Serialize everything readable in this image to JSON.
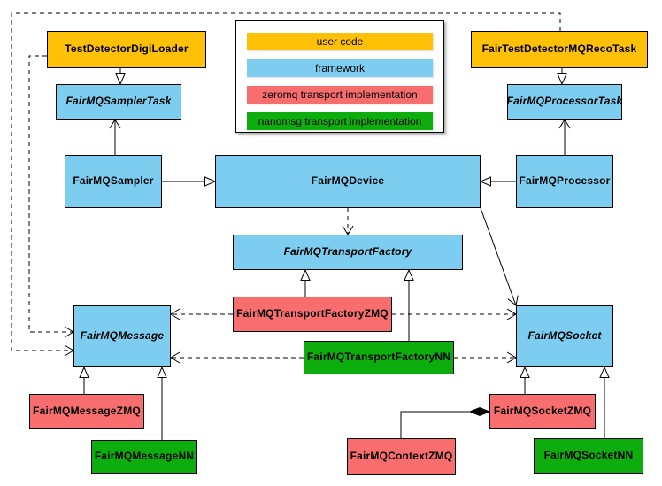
{
  "diagram": {
    "type": "uml-class-diagram",
    "colors": {
      "user_code": "#FFC107",
      "framework": "#7DCDF0",
      "zeromq": "#F86E6E",
      "nanomsg": "#0CAD0C",
      "border": "#000000",
      "background": "#FFFFFF",
      "line": "#000000"
    },
    "nodes": {
      "testDetectorDigiLoader": {
        "label": "TestDetectorDigiLoader"
      },
      "fairTestDetectorMQRecoTask": {
        "label": "FairTestDetectorMQRecoTask"
      },
      "fairMQSamplerTask": {
        "label": "FairMQSamplerTask"
      },
      "fairMQProcessorTask": {
        "label": "FairMQProcessorTask"
      },
      "fairMQSampler": {
        "label": "FairMQSampler"
      },
      "fairMQDevice": {
        "label": "FairMQDevice"
      },
      "fairMQProcessor": {
        "label": "FairMQProcessor"
      },
      "fairMQTransportFactory": {
        "label": "FairMQTransportFactory"
      },
      "fairMQTransportFactoryZMQ": {
        "label": "FairMQTransportFactoryZMQ"
      },
      "fairMQTransportFactoryNN": {
        "label": "FairMQTransportFactoryNN"
      },
      "fairMQMessage": {
        "label": "FairMQMessage"
      },
      "fairMQSocket": {
        "label": "FairMQSocket"
      },
      "fairMQMessageZMQ": {
        "label": "FairMQMessageZMQ"
      },
      "fairMQMessageNN": {
        "label": "FairMQMessageNN"
      },
      "fairMQSocketZMQ": {
        "label": "FairMQSocketZMQ"
      },
      "fairMQSocketNN": {
        "label": "FairMQSocketNN"
      },
      "fairMQContextZMQ": {
        "label": "FairMQContextZMQ"
      }
    },
    "legend": {
      "items": [
        {
          "label": "user code",
          "color": "#FFC107"
        },
        {
          "label": "framework",
          "color": "#7DCDF0"
        },
        {
          "label": "zeromq transport implementation",
          "color": "#F86E6E"
        },
        {
          "label": "nanomsg transport implementation",
          "color": "#0CAD0C"
        }
      ]
    },
    "edges": [
      {
        "from": "TestDetectorDigiLoader",
        "to": "FairMQSamplerTask",
        "type": "generalization"
      },
      {
        "from": "FairTestDetectorMQRecoTask",
        "to": "FairMQProcessorTask",
        "type": "generalization"
      },
      {
        "from": "FairMQSampler",
        "to": "FairMQDevice",
        "type": "generalization"
      },
      {
        "from": "FairMQProcessor",
        "to": "FairMQDevice",
        "type": "generalization"
      },
      {
        "from": "FairMQSampler",
        "to": "FairMQSamplerTask",
        "type": "association"
      },
      {
        "from": "FairMQProcessor",
        "to": "FairMQProcessorTask",
        "type": "association"
      },
      {
        "from": "FairMQDevice",
        "to": "FairMQSocket",
        "type": "association"
      },
      {
        "from": "FairMQDevice",
        "to": "FairMQTransportFactory",
        "type": "dependency"
      },
      {
        "from": "FairMQTransportFactoryZMQ",
        "to": "FairMQTransportFactory",
        "type": "generalization"
      },
      {
        "from": "FairMQTransportFactoryNN",
        "to": "FairMQTransportFactory",
        "type": "generalization"
      },
      {
        "from": "FairMQTransportFactoryZMQ",
        "to": "FairMQMessage",
        "type": "dependency"
      },
      {
        "from": "FairMQTransportFactoryZMQ",
        "to": "FairMQSocket",
        "type": "dependency"
      },
      {
        "from": "FairMQTransportFactoryNN",
        "to": "FairMQMessage",
        "type": "dependency"
      },
      {
        "from": "FairMQTransportFactoryNN",
        "to": "FairMQSocket",
        "type": "dependency"
      },
      {
        "from": "TestDetectorDigiLoader",
        "to": "FairMQMessage",
        "type": "dependency"
      },
      {
        "from": "FairTestDetectorMQRecoTask",
        "to": "FairMQMessage",
        "type": "dependency"
      },
      {
        "from": "FairMQMessageZMQ",
        "to": "FairMQMessage",
        "type": "generalization"
      },
      {
        "from": "FairMQMessageNN",
        "to": "FairMQMessage",
        "type": "generalization"
      },
      {
        "from": "FairMQSocketZMQ",
        "to": "FairMQSocket",
        "type": "generalization"
      },
      {
        "from": "FairMQSocketNN",
        "to": "FairMQSocket",
        "type": "generalization"
      },
      {
        "from": "FairMQSocketZMQ",
        "to": "FairMQContextZMQ",
        "type": "composition"
      }
    ]
  }
}
